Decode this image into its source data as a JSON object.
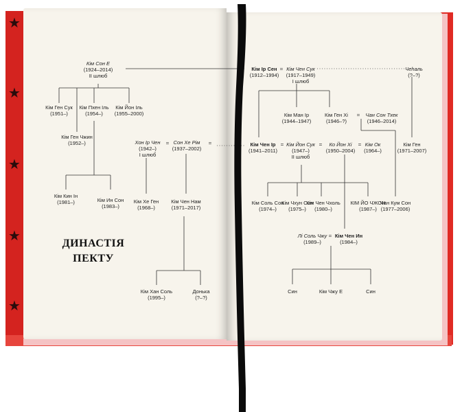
{
  "title_lines": [
    "ДИНАСТІЯ",
    "ПЕКТУ"
  ],
  "left": {
    "kim_son_e": {
      "name": "Кім Сон Е",
      "years": "(1924–2014)",
      "note": "II шлюб"
    },
    "kim_hen_suk": {
      "name": "Кім Ген Сук",
      "years": "(1951–)"
    },
    "kim_pkhen_il": {
      "name": "Кім Пхен Іль",
      "years": "(1954–)"
    },
    "kim_yon_il": {
      "name": "Кім Йон Іль",
      "years": "(1955–2000)"
    },
    "kim_hen_chzhin": {
      "name": "Кім Ген Чжин",
      "years": "(1952–)"
    },
    "khon_ir_chen": {
      "name": "Хон Ір Чен",
      "years": "(1942–)",
      "note": "I шлюб"
    },
    "son_khe_rim": {
      "name": "Сон Хе Рім",
      "years": "(1937–2002)"
    },
    "kim_kin_in": {
      "name": "Кім Кин Ін",
      "years": "(1981–)"
    },
    "kim_yn_son": {
      "name": "Кім Ин Сон",
      "years": "(1983–)"
    },
    "kim_khe_hen": {
      "name": "Кім Хе Ген",
      "years": "(1968–)"
    },
    "kim_chen_nam": {
      "name": "Кім Чен Нам",
      "years": "(1971–2017)"
    },
    "kim_khan_sol": {
      "name": "Кім Хан Соль",
      "years": "(1995–)"
    },
    "donka": {
      "name": "Донька",
      "years": "(?–?)"
    }
  },
  "right": {
    "kim_ir_sen": {
      "name": "Кім Ір Сен",
      "years": "(1912–1994)"
    },
    "kim_chen_suk": {
      "name": "Кім Чен Сук",
      "years": "(1917–1949)",
      "note": "I шлюб"
    },
    "chkhal": {
      "name": "Чеhаль",
      "years": "(?–?)"
    },
    "kim_man_ir": {
      "name": "Кім Ман Ір",
      "years": "(1944–1947)"
    },
    "kim_hen_khi": {
      "name": "Кім Ген Хі",
      "years": "(1946–?)"
    },
    "chan_son_tkhek": {
      "name": "Чан Сон Тхек",
      "years": "(1946–2014)"
    },
    "kim_chen_ir": {
      "name": "Кім Чен Ір",
      "years": "(1941–2011)"
    },
    "kim_yon_suk": {
      "name": "Кім Йон Сук",
      "years": "(1947–)",
      "note": "II шлюб"
    },
    "ko_yon_khi": {
      "name": "Ко Йон Хі",
      "years": "(1950–2004)"
    },
    "kim_ok": {
      "name": "Кім Ок",
      "years": "(1964–)"
    },
    "kim_hen": {
      "name": "Кім Ген",
      "years": "(1971–2007)"
    },
    "kim_sol_son": {
      "name": "Кім Соль Сон",
      "years": "(1974–)"
    },
    "kim_chkhun_son": {
      "name": "Кім Чхун Сон",
      "years": "(1975–)"
    },
    "kim_chen_chkhol": {
      "name": "Кім Чен Чхоль",
      "years": "(1980–)"
    },
    "kim_yo_chzhon": {
      "name": "КІМ ЙО ЧЖОН",
      "years": "(1987–)"
    },
    "chan_kum_son": {
      "name": "Чан Кум Сон",
      "years": "(1977–2006)"
    },
    "li_sol_chzhu": {
      "name": "Лі Соль Чжу",
      "years": "(1989–)"
    },
    "kim_chen_yn": {
      "name": "Кім Чен Ин",
      "years": "(1984–)"
    },
    "syn1": {
      "name": "Син"
    },
    "kim_chzhu_e": {
      "name": "Кім Чжу Е"
    },
    "syn2": {
      "name": "Син"
    }
  },
  "eq": "="
}
